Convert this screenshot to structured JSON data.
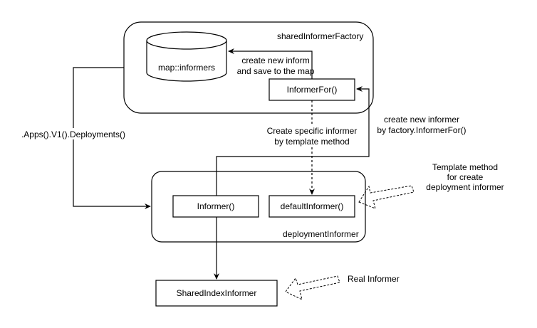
{
  "containers": {
    "factory": {
      "label": "sharedInformerFactory"
    },
    "deployment": {
      "label": "deploymentInformer"
    }
  },
  "nodes": {
    "map": {
      "label": "map::informers",
      "shape": "cylinder"
    },
    "informer_for": {
      "label": "InformerFor()"
    },
    "informer": {
      "label": "Informer()"
    },
    "default_informer": {
      "label": "defaultInformer()"
    },
    "shared_index_informer": {
      "label": "SharedIndexInformer"
    }
  },
  "edges": {
    "save_to_map": {
      "line1": "create new inform",
      "line2": "and save to the map",
      "style": "solid"
    },
    "apps_deployments": {
      "label": ".Apps().V1().Deployments()",
      "style": "solid"
    },
    "create_new_informer": {
      "line1": "create new informer",
      "line2": "by factory.InformerFor()",
      "style": "solid"
    },
    "template_method_edge": {
      "line1": "Create specific informer",
      "line2": "by template method",
      "style": "dashed"
    },
    "to_shared_index": {
      "style": "solid"
    }
  },
  "annotations": {
    "template_method": {
      "line1": "Template method",
      "line2": "for create",
      "line3": "deployment informer"
    },
    "real_informer": {
      "label": "Real Informer"
    }
  },
  "colors": {
    "stroke": "#000000",
    "background": "#ffffff"
  }
}
